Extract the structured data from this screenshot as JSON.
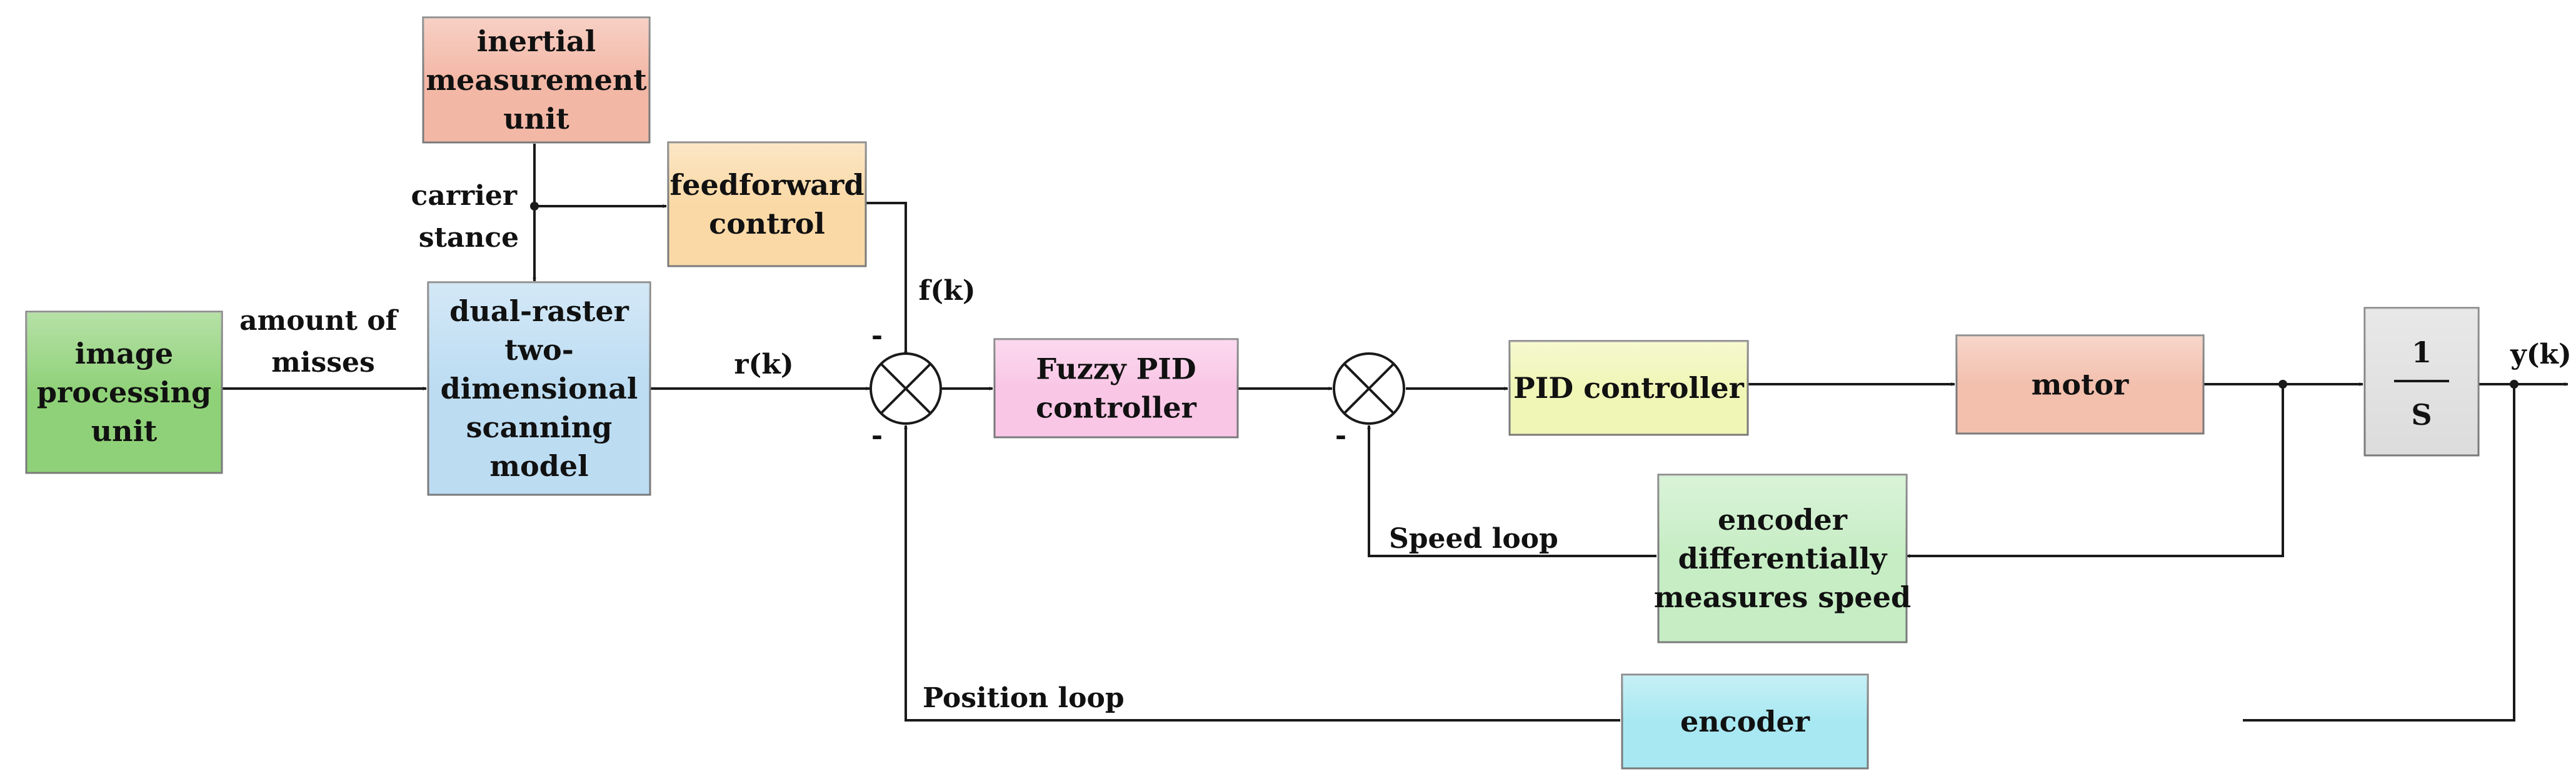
{
  "blocks": {
    "imu": {
      "lines": [
        "inertial",
        "measurement",
        "unit"
      ],
      "color": "#f3b7a6"
    },
    "feedforward": {
      "lines": [
        "feedforward",
        "control"
      ],
      "color": "#fad9a6"
    },
    "image_processing": {
      "lines": [
        "image",
        "processing",
        "unit"
      ],
      "color": "#8fd178"
    },
    "scanning_model": {
      "lines": [
        "dual-raster",
        "two-",
        "dimensional",
        "scanning",
        "model"
      ],
      "color": "#bcdcf2"
    },
    "fuzzy_pid": {
      "lines": [
        "Fuzzy PID",
        "controller"
      ],
      "color": "#f9c6e6"
    },
    "pid": {
      "lines": [
        "PID controller"
      ],
      "color": "#f0f6b6"
    },
    "motor": {
      "lines": [
        "motor"
      ],
      "color": "#f3c0ae"
    },
    "integrator": {
      "numerator": "1",
      "denominator": "S",
      "color": "#dcdcdc"
    },
    "encoder_speed": {
      "lines": [
        "encoder",
        "differentially",
        "measures speed"
      ],
      "color": "#c6edc4"
    },
    "encoder": {
      "lines": [
        "encoder"
      ],
      "color": "#a8e8f2"
    }
  },
  "labels": {
    "carrier_stance": [
      "carrier",
      "stance"
    ],
    "amount_of_misses": [
      "amount of",
      "misses"
    ],
    "r_k": "r(k)",
    "f_k": "f(k)",
    "y_k": "y(k)",
    "speed_loop": "Speed loop",
    "position_loop": "Position loop",
    "minus": "-"
  }
}
